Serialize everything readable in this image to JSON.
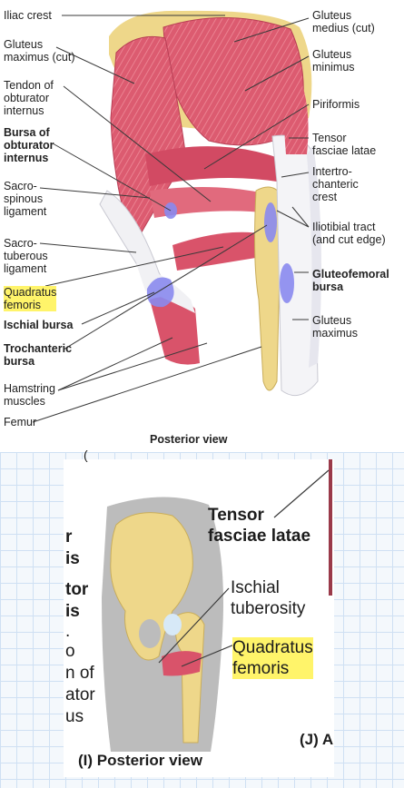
{
  "top_panel": {
    "labels_left": [
      {
        "id": "iliac-crest",
        "text": "Iliac crest"
      },
      {
        "id": "gluteus-maximus-cut",
        "text": "Gluteus\nmaximus (cut)"
      },
      {
        "id": "tendon-obturator",
        "text": "Tendon of\nobturator\ninternus"
      },
      {
        "id": "bursa-obturator",
        "text": "Bursa of\nobturator\ninternus"
      },
      {
        "id": "sacrospinous",
        "text": "Sacro-\nspinous\nligament"
      },
      {
        "id": "sacrotuberous",
        "text": "Sacro-\ntuberous\nligament"
      },
      {
        "id": "quadratus-femoris",
        "text": "Quadratus\nfemoris"
      },
      {
        "id": "ischial-bursa",
        "text": "Ischial bursa"
      },
      {
        "id": "trochanteric-bursa",
        "text": "Trochanteric\nbursa"
      },
      {
        "id": "hamstring",
        "text": "Hamstring\nmuscles"
      },
      {
        "id": "femur",
        "text": "Femur"
      }
    ],
    "labels_right": [
      {
        "id": "gluteus-medius",
        "text": "Gluteus\nmedius (cut)"
      },
      {
        "id": "gluteus-minimus",
        "text": "Gluteus\nminimus"
      },
      {
        "id": "piriformis",
        "text": "Piriformis"
      },
      {
        "id": "tensor-fasciae-latae",
        "text": "Tensor\nfasciae latae"
      },
      {
        "id": "intertrochanteric",
        "text": "Intertro-\nchanteric\ncrest"
      },
      {
        "id": "iliotibial",
        "text": "Iliotibial tract\n(and cut edge)"
      },
      {
        "id": "gluteofemoral",
        "text": "Gluteofemoral\nbursa"
      },
      {
        "id": "gluteus-maximus",
        "text": "Gluteus\nmaximus"
      }
    ],
    "caption": "Posterior view"
  },
  "bottom_panel": {
    "fragments": [
      "(",
      "r",
      "is",
      "tor",
      "is",
      ".",
      "o",
      "n of",
      "ator",
      "us"
    ],
    "tensor": "Tensor\nfasciae latae",
    "ischial": "Ischial\ntuberosity",
    "quadratus": "Quadratus\nfemoris",
    "caption_i": "(I) Posterior view",
    "caption_j": "(J) A"
  },
  "colors": {
    "muscle": "#d9536a",
    "muscle_light": "#ec8b97",
    "bone": "#eed78a",
    "bursa": "#8a89ee",
    "highlight": "#fff46a",
    "line": "#3a3a3a"
  }
}
